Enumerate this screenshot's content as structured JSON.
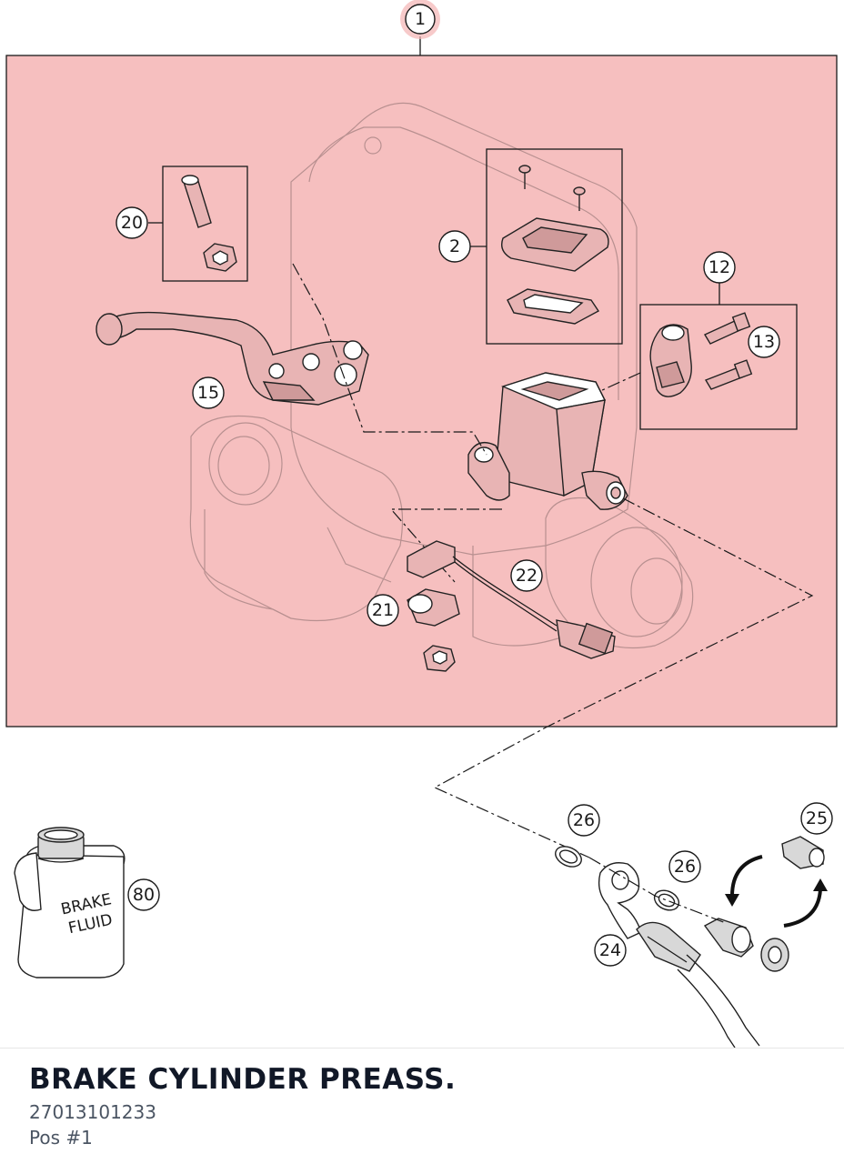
{
  "diagram": {
    "callouts": [
      "1",
      "2",
      "12",
      "13",
      "15",
      "20",
      "21",
      "22",
      "24",
      "25",
      "26",
      "26",
      "80"
    ],
    "bottle_text": [
      "BRAKE",
      "FLUID"
    ],
    "highlight_color": "#f4b4b4",
    "selected_callout": "1"
  },
  "footer": {
    "title": "BRAKE CYLINDER PREASS.",
    "part_number": "27013101233",
    "position": "Pos #1"
  }
}
